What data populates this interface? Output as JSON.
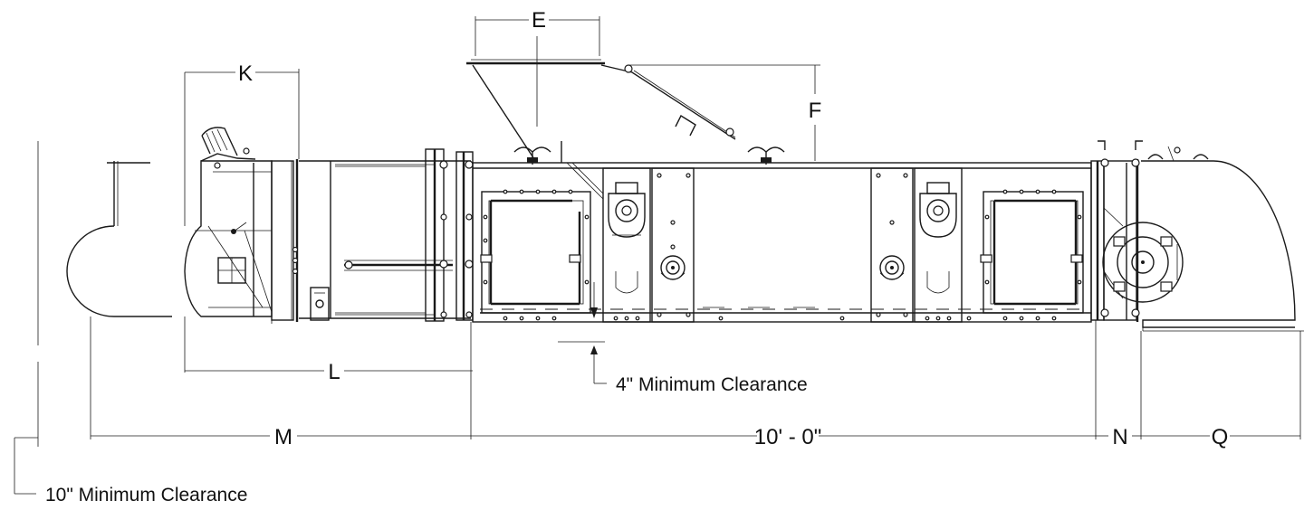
{
  "dimensions": {
    "e": "E",
    "f": "F",
    "k": "K",
    "l": "L",
    "m": "M",
    "length": "10' - 0\"",
    "n": "N",
    "q": "Q"
  },
  "notes": {
    "clearance_4": "4\" Minimum Clearance",
    "clearance_10": "10\" Minimum Clearance"
  },
  "colors": {
    "line": "#1a1a1a",
    "background": "#ffffff"
  }
}
